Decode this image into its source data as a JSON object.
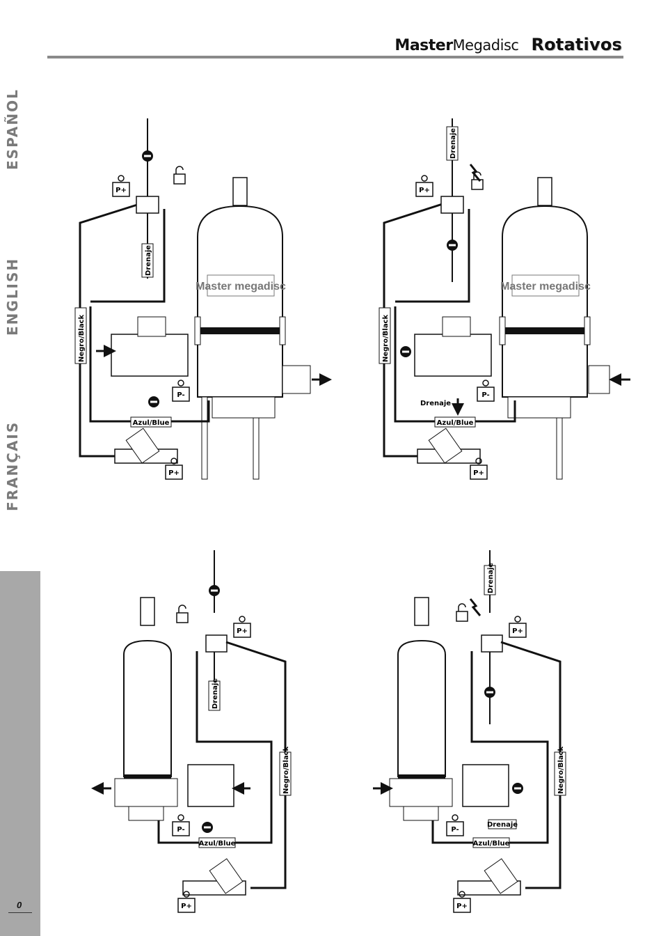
{
  "header": {
    "brand_master": "Master",
    "brand_megadisc": "Megadisc",
    "brand_section": "Rotativos"
  },
  "languages": {
    "es": "ESPAÑOL",
    "en": "ENGLISH",
    "fr": "FRANÇAIS"
  },
  "page_number": "0",
  "labels": {
    "drenaje": "Drenaje",
    "negro_black": "Negro/Black",
    "azul_blue": "Azul/Blue",
    "p_plus": "P+",
    "p_minus": "P-",
    "logo_text": "Master megadisc"
  },
  "icons": [
    "weight-icon",
    "minus-circle-icon",
    "arrow-icon",
    "padlock-icon",
    "lightning-icon"
  ]
}
